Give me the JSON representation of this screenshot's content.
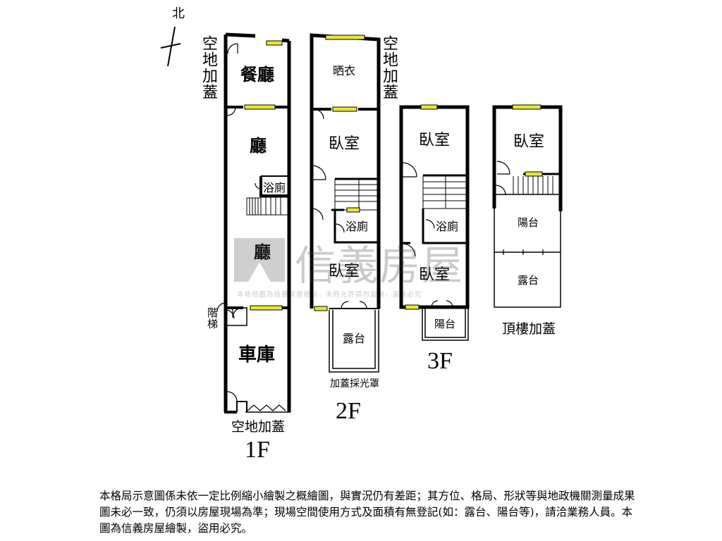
{
  "compass": {
    "label": "北"
  },
  "annotations": {
    "annex_left": "空地加蓋",
    "annex_right": "空地加蓋",
    "stairs": "階梯",
    "front_annex": "空地加蓋",
    "skylight": "加蓋採光罩",
    "rooftop_annex": "頂樓加蓋"
  },
  "floors": {
    "f1": {
      "label": "1F",
      "rooms": {
        "dining": "餐廳",
        "hall_upper": "廳",
        "bath": "浴廁",
        "hall_lower": "廳",
        "garage": "車庫"
      }
    },
    "f2": {
      "label": "2F",
      "rooms": {
        "drying": "晒衣",
        "bedroom_top": "臥室",
        "bath": "浴廁",
        "bedroom_bottom": "臥室",
        "terrace": "露台"
      }
    },
    "f3": {
      "label": "3F",
      "rooms": {
        "bedroom_top": "臥室",
        "bath": "浴廁",
        "bedroom_bottom": "臥室",
        "balcony": "陽台"
      }
    },
    "roof": {
      "rooms": {
        "bedroom": "臥室",
        "balcony": "陽台",
        "terrace": "露台"
      }
    }
  },
  "watermark": {
    "brand": "信義房屋",
    "notice": "本格局圖為信義房屋繪製，未經允許請勿盜用，違者必究"
  },
  "disclaimer": "本格局示意圖係未依一定比例縮小繪製之概繪圖，與實況仍有差距；其方位、格局、形狀等與地政機關測量成果圖未必一致，仍須以房屋現場為準；現場空間使用方式及面積有無登記(如：露台、陽台等)，請洽業務人員。本圖為信義房屋繪製，盜用必究。",
  "colors": {
    "wall": "#000000",
    "window": "#e8e63a",
    "watermark": "#555555"
  }
}
